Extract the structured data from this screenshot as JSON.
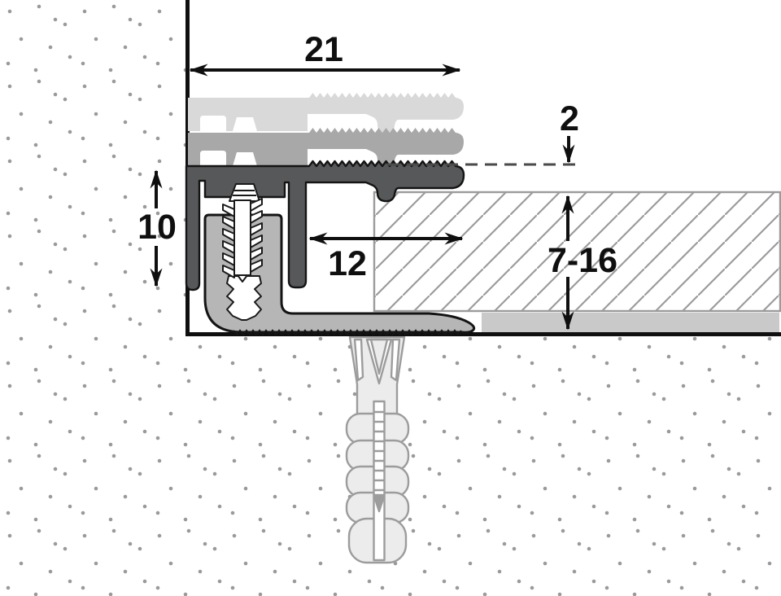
{
  "diagram": {
    "dimensions": {
      "top_width": "21",
      "edge_gap": "2",
      "height": "10",
      "support_depth": "12",
      "covering_thickness": "7-16"
    },
    "colors": {
      "line": "#0f0f0f",
      "profile_dark": "#57585a",
      "ghost_light": "#d9d9d9",
      "ghost_mid": "#a8a8a8",
      "base_gray": "#b6b6b6",
      "underlay_gray": "#c9c9c9",
      "anchor_fill": "#ececec",
      "anchor_outline": "#9c9c9c",
      "hatch_line": "#9b9b9b",
      "stipple_dot": "#9a9a9a",
      "dashed_line": "#4a4a4a",
      "screw_fill": "#ffffff"
    }
  }
}
